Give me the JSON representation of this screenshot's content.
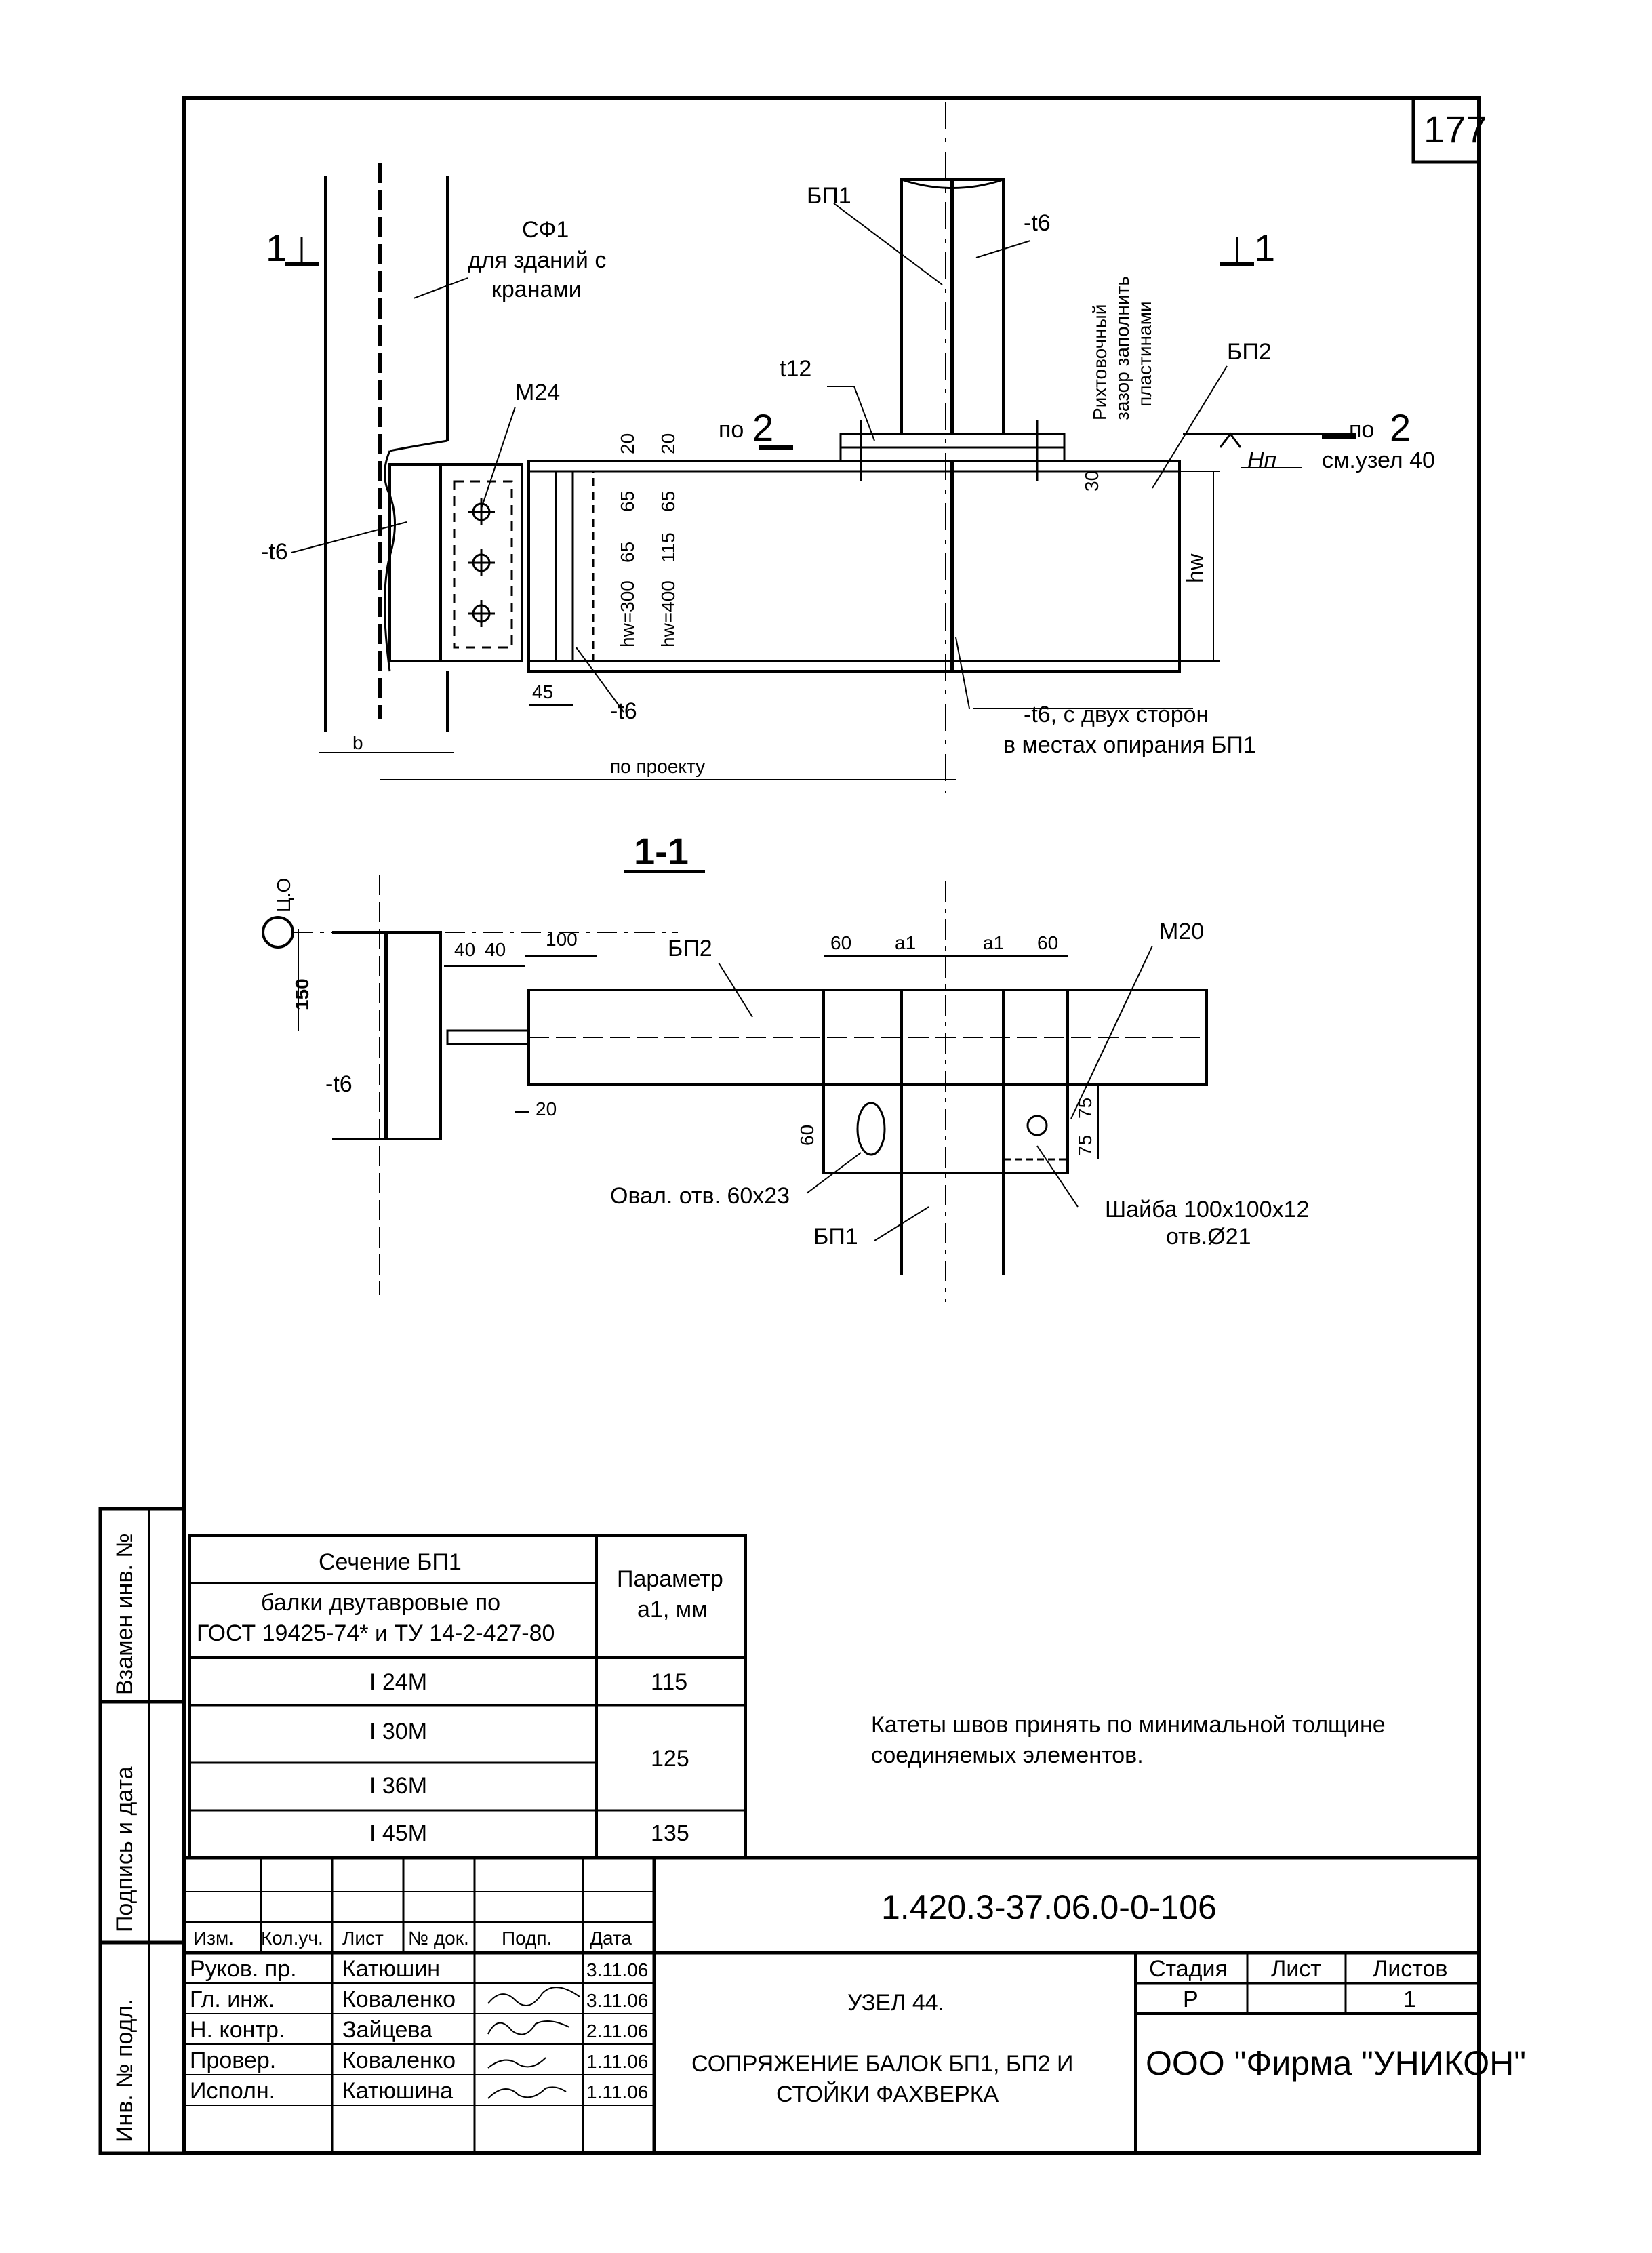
{
  "sheet_number": "177",
  "top_view": {
    "section_mark": "1",
    "sf1_label": "СФ1",
    "sf1_note1": "для зданий с",
    "sf1_note2": "кранами",
    "bp1": "БП1",
    "t6_top": "-t6",
    "t12": "t12",
    "po2_left": "по",
    "po2_num": "2",
    "rikht1": "Рихтовочный",
    "rikht2": "зазор заполнить",
    "rikht3": "пластинами",
    "bp2": "БП2",
    "hn": "Нп",
    "see_node": "см.узел 40",
    "m24": "М24",
    "t6_left": "-t6",
    "d20a": "20",
    "d20b": "20",
    "d65a": "65",
    "d65b": "65",
    "d65c": "65",
    "d115": "115",
    "hw300": "hw=300",
    "hw400": "hw=400",
    "d30": "30",
    "hw": "hw",
    "d45": "45",
    "t6_bottom": "-t6",
    "t6_both1": "-t6, с двух сторон",
    "t6_both2": "в местах опирания БП1",
    "b": "b",
    "po_proektu": "по проекту"
  },
  "section_view": {
    "title": "1-1",
    "co": "Ц.О",
    "d150": "150",
    "d40a": "40",
    "d40b": "40",
    "d100": "100",
    "bp2": "БП2",
    "d60a": "60",
    "a1a": "а1",
    "a1b": "а1",
    "d60b": "60",
    "m20": "М20",
    "t6": "-t6",
    "d20": "20",
    "d60v": "60",
    "d75a": "75",
    "d75b": "75",
    "oval": "Овал. отв. 60х23",
    "washer1": "Шайба 100х100х12",
    "washer2": "отв.Ø21",
    "bp1": "БП1"
  },
  "table": {
    "h1": "Сечение БП1",
    "h2": "балки двутавровые по",
    "h3": "ГОСТ 19425-74* и ТУ 14-2-427-80",
    "p1": "Параметр",
    "p2": "а1, мм",
    "rows": [
      {
        "section": "Ι 24М",
        "a1": "115"
      },
      {
        "section": "Ι 30М",
        "a1": ""
      },
      {
        "section": "Ι 36М",
        "a1": ""
      },
      {
        "section": "Ι 45М",
        "a1": "135"
      }
    ],
    "merged_a1": "125"
  },
  "note": {
    "line1": "Катеты швов принять по минимальной толщине",
    "line2": "соединяемых элементов."
  },
  "side_labels": {
    "replace": "Взамен инв. №",
    "sign": "Подпись и дата",
    "inv": "Инв. № подл."
  },
  "stamp": {
    "doc_code": "1.420.3-37.06.0-0-106",
    "col_izm": "Изм.",
    "col_kol": "Кол.уч.",
    "col_list": "Лист",
    "col_ndoc": "№ док.",
    "col_podp": "Подп.",
    "col_data": "Дата",
    "people": [
      {
        "role": "Руков. пр.",
        "name": "Катюшин",
        "date": "3.11.06"
      },
      {
        "role": "Гл. инж.",
        "name": "Коваленко",
        "date": "3.11.06"
      },
      {
        "role": "Н. контр.",
        "name": "Зайцева",
        "date": "2.11.06"
      },
      {
        "role": "Провер.",
        "name": "Коваленко",
        "date": "1.11.06"
      },
      {
        "role": "Исполн.",
        "name": "Катюшина",
        "date": "1.11.06"
      }
    ],
    "title1": "УЗЕЛ 44.",
    "title2": "СОПРЯЖЕНИЕ БАЛОК БП1, БП2 И",
    "title3": "СТОЙКИ ФАХВЕРКА",
    "stage_h": "Стадия",
    "list_h": "Лист",
    "lists_h": "Листов",
    "stage": "Р",
    "list": "",
    "lists": "1",
    "company": "ООО  \"Фирма \"УНИКОН\""
  }
}
